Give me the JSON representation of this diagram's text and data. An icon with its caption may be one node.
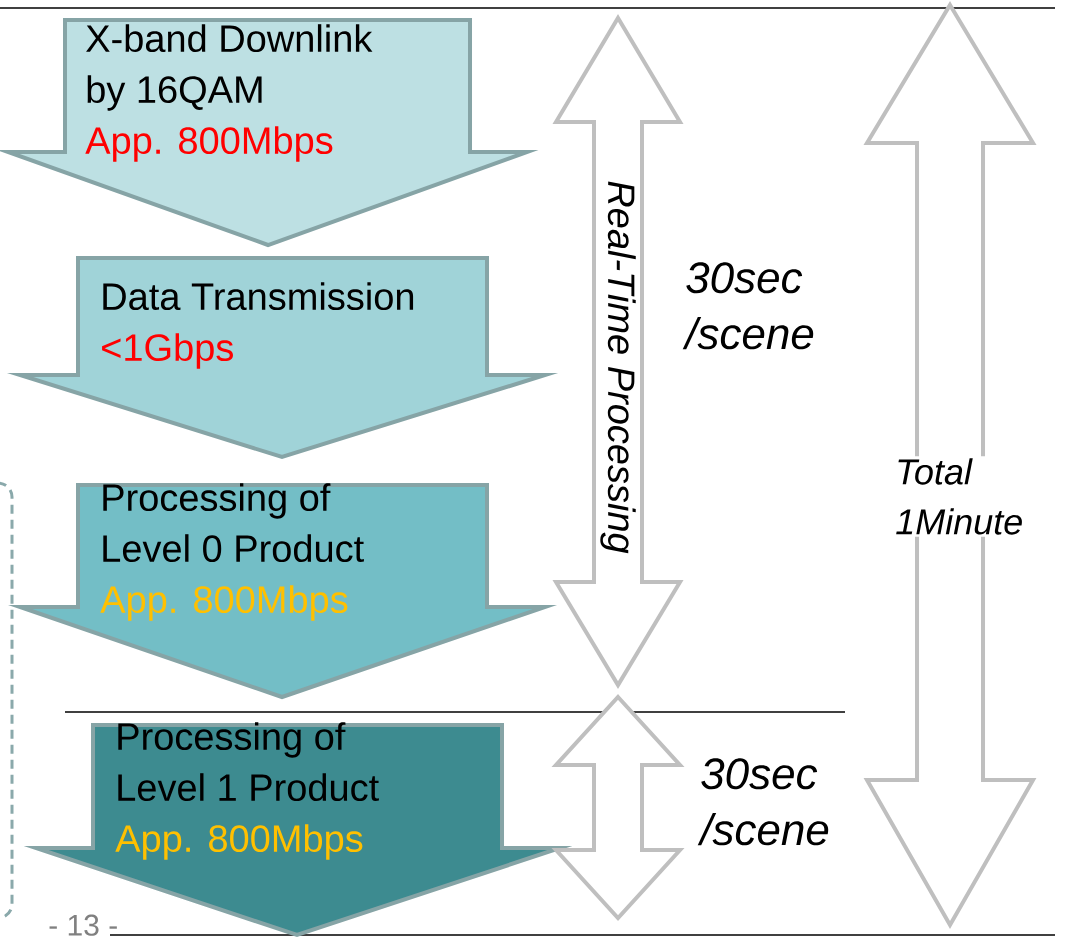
{
  "diagram": {
    "nodes": [
      {
        "text": [
          "X-band Downlink by 16QAM",
          "App. 800Mbps"
        ]
      },
      {
        "text": [
          "Data Transmission",
          "<1Gbps"
        ]
      },
      {
        "text": [
          "Processing of Level 0 Product",
          "App. 800Mbps"
        ]
      },
      {
        "text": [
          "Processing of Level 1 Product",
          "App. 800Mbps"
        ]
      },
      {
        "text": [
          "Real-Time Processing"
        ],
        "beside": [
          "30sec /scene"
        ]
      },
      {
        "text": [],
        "shape": "arrow",
        "beside": [
          "30sec /scene"
        ]
      },
      {
        "text": [
          "Total 1Minute"
        ]
      }
    ],
    "labels": [
      "- 13 -"
    ]
  }
}
